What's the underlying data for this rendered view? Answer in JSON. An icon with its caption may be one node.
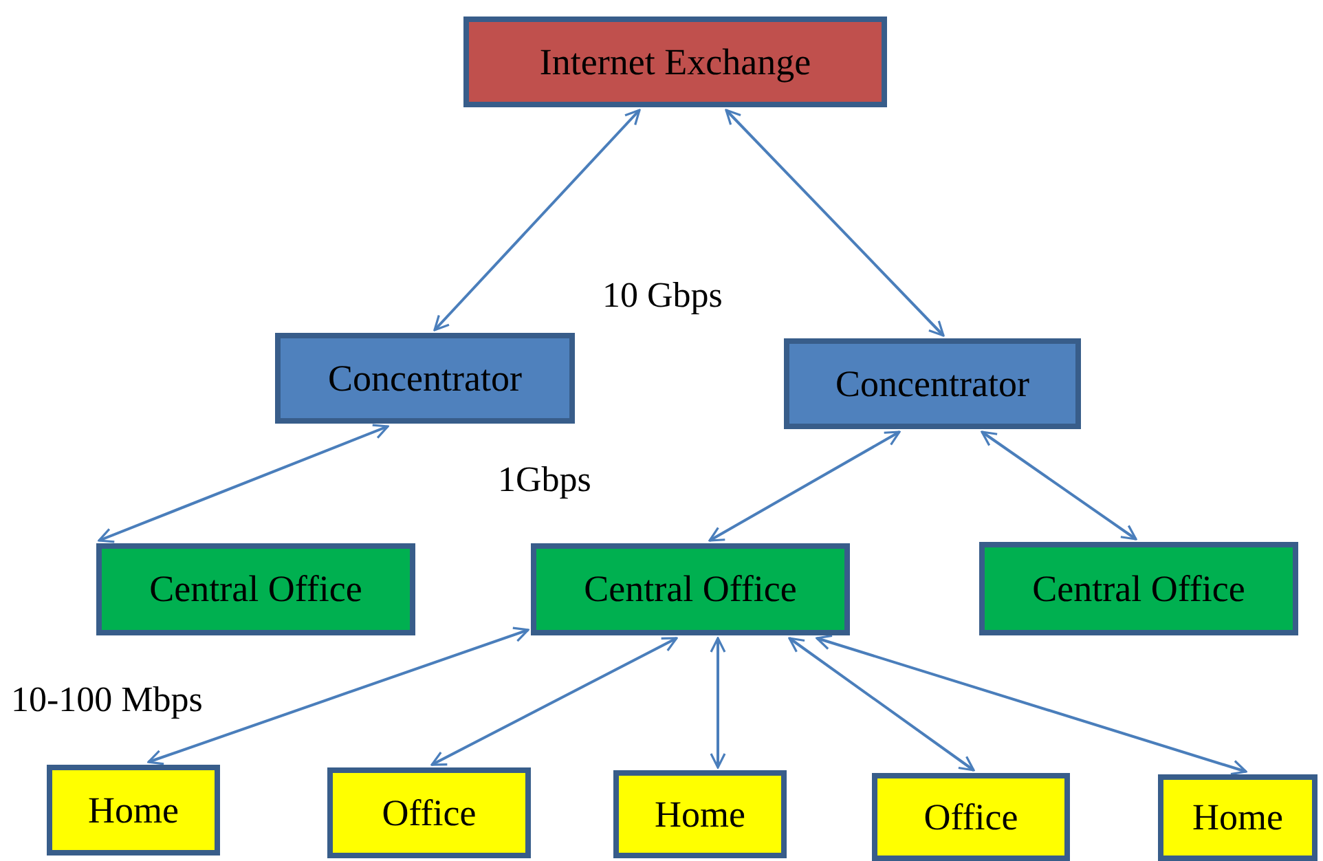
{
  "diagram": {
    "nodes": [
      {
        "text": [
          "Internet Exchange"
        ]
      },
      {
        "text": [
          "Concentrator"
        ]
      },
      {
        "text": [
          "Concentrator"
        ]
      },
      {
        "text": [
          "Central Office"
        ]
      },
      {
        "text": [
          "Central Office"
        ]
      },
      {
        "text": [
          "Central Office"
        ]
      },
      {
        "text": [
          "Home"
        ]
      },
      {
        "text": [
          "Office"
        ]
      },
      {
        "text": [
          "Home"
        ]
      },
      {
        "text": [
          "Office"
        ]
      },
      {
        "text": [
          "Home"
        ]
      }
    ],
    "edges": [
      {
        "from": 0,
        "to": 1,
        "arrow": "both"
      },
      {
        "from": 0,
        "to": 2,
        "arrow": "both"
      },
      {
        "from": 1,
        "to": 3,
        "arrow": "both"
      },
      {
        "from": 2,
        "to": 4,
        "arrow": "both"
      },
      {
        "from": 2,
        "to": 5,
        "arrow": "both"
      },
      {
        "from": 4,
        "to": 6,
        "arrow": "both"
      },
      {
        "from": 4,
        "to": 7,
        "arrow": "both"
      },
      {
        "from": 4,
        "to": 8,
        "arrow": "both"
      },
      {
        "from": 4,
        "to": 9,
        "arrow": "both"
      },
      {
        "from": 4,
        "to": 10,
        "arrow": "both"
      }
    ],
    "labels": [
      "10 Gbps",
      "1Gbps",
      "10-100 Mbps"
    ]
  }
}
